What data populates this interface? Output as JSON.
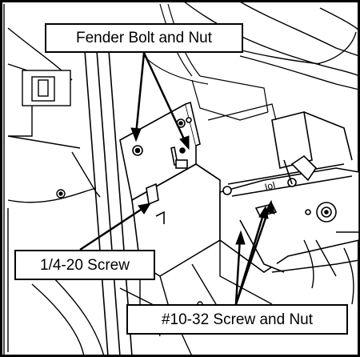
{
  "callouts": {
    "fender": "Fender Bolt and Nut",
    "quarter_twenty": "1/4-20 Screw",
    "ten_thirtytwo": "#10-32 Screw and Nut"
  },
  "part_marking": "IoI",
  "colors": {
    "ink": "#000000",
    "paper": "#ffffff",
    "shade": "#d9d9d9"
  }
}
